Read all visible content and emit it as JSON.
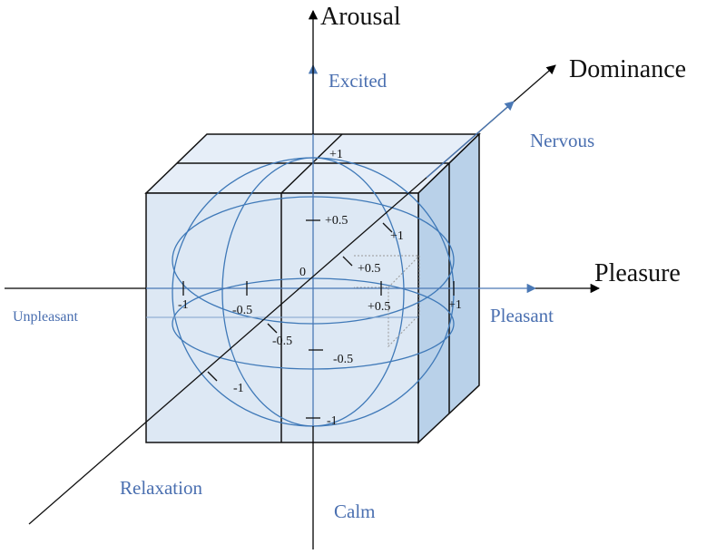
{
  "axes": {
    "arousal": "Arousal",
    "dominance": "Dominance",
    "pleasure": "Pleasure"
  },
  "emotions": {
    "excited": "Excited",
    "nervous": "Nervous",
    "unpleasant": "Unpleasant",
    "pleasant": "Pleasant",
    "relaxation": "Relaxation",
    "calm": "Calm"
  },
  "ticks": {
    "arousal_pos1": "+1",
    "arousal_pos05": "+0.5",
    "arousal_zero": "0",
    "arousal_neg05": "-0.5",
    "arousal_neg1": "-1",
    "dominance_pos1": "+1",
    "dominance_pos05": "+0.5",
    "dominance_neg05": "-0.5",
    "dominance_neg1": "-1",
    "pleasure_neg1": "-1",
    "pleasure_neg05": "-0.5",
    "pleasure_pos05": "+0.5",
    "pleasure_pos1": "+1"
  },
  "colors": {
    "axis": "#000000",
    "emotion_text": "#4a6fb0",
    "sphere_line": "#3f79b8",
    "cube_front": "#dde8f4",
    "cube_top": "#e8eff8",
    "cube_side": "#b9d1e9",
    "cube_edge": "#111111"
  }
}
